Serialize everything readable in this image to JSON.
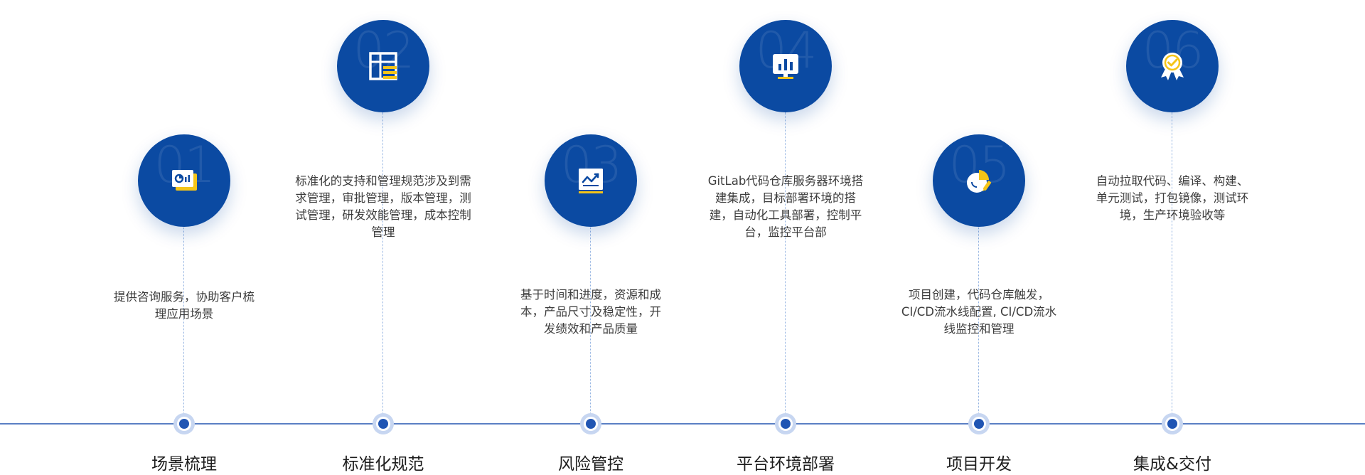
{
  "steps": [
    {
      "num": "01",
      "title": "场景梳理",
      "desc": "提供咨询服务，协助客户梳理应用场景",
      "icon": "presentation-chart-icon"
    },
    {
      "num": "02",
      "title": "标准化规范",
      "desc": "标准化的支持和管理规范涉及到需求管理，审批管理，版本管理，测试管理，研发效能管理，成本控制管理",
      "icon": "table-grid-icon"
    },
    {
      "num": "03",
      "title": "风险管控",
      "desc": "基于时间和进度，资源和成本，产品尺寸及稳定性，开发绩效和产品质量",
      "icon": "trend-chart-icon"
    },
    {
      "num": "04",
      "title": "平台环境部署",
      "desc": "GitLab代码仓库服务器环境搭建集成，目标部署环境的搭建，自动化工具部署，控制平台，监控平台部",
      "icon": "monitor-bar-chart-icon"
    },
    {
      "num": "05",
      "title": "项目开发",
      "desc": "项目创建，代码仓库触发，CI/CD流水线配置, CI/CD流水线监控和管理",
      "icon": "pie-chart-pencil-icon"
    },
    {
      "num": "06",
      "title": "集成&交付",
      "desc": "自动拉取代码、编译、构建、单元测试，打包镜像，测试环境，生产环境验收等",
      "icon": "award-badge-icon"
    }
  ],
  "colors": {
    "circle": "#0b4aa2",
    "accent": "#f5c518",
    "axis": "#5b7fc4",
    "connector": "#8fb0e0"
  }
}
